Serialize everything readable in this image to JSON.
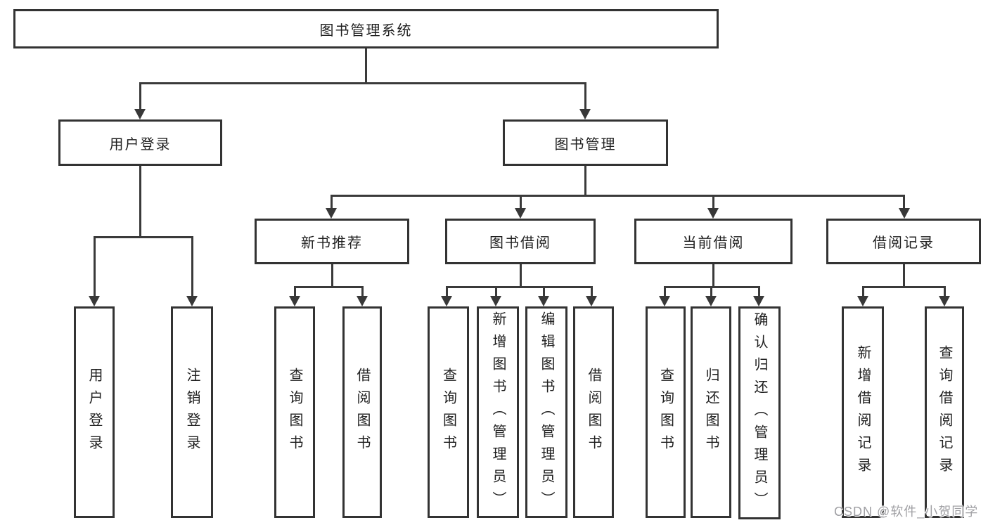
{
  "tree": {
    "root": {
      "label": "图书管理系统"
    },
    "user_login": {
      "label": "用户登录",
      "children": [
        "用户登录",
        "注销登录"
      ]
    },
    "book_mgmt": {
      "label": "图书管理",
      "sections": [
        {
          "label": "新书推荐",
          "children": [
            "查询图书",
            "借阅图书"
          ]
        },
        {
          "label": "图书借阅",
          "children": [
            "查询图书",
            "新增图书（管理员）",
            "编辑图书（管理员）",
            "借阅图书"
          ]
        },
        {
          "label": "当前借阅",
          "children": [
            "查询图书",
            "归还图书",
            "确认归还（管理员）"
          ]
        },
        {
          "label": "借阅记录",
          "children": [
            "新增借阅记录",
            "查询借阅记录"
          ]
        }
      ]
    }
  },
  "watermark": "CSDN @软件_小贺同学",
  "colors": {
    "line": "#3a3a3a",
    "box_border": "#333333",
    "text": "#1f1f1f",
    "watermark": "#a0a0a4",
    "background": "#ffffff"
  }
}
